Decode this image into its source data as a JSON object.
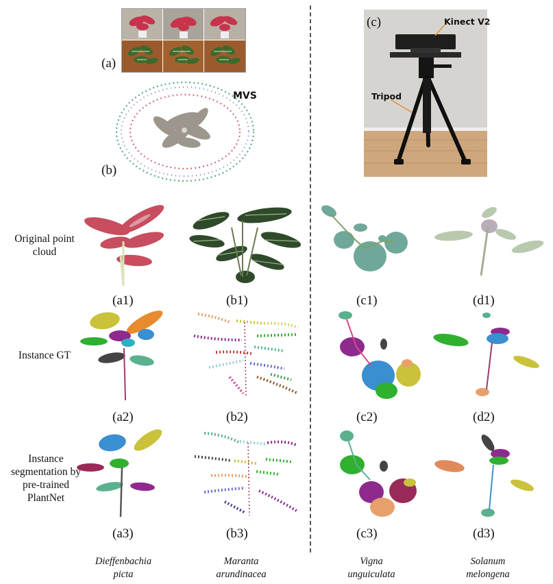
{
  "top": {
    "label_a": "(a)",
    "label_b": "(b)",
    "label_c": "(c)",
    "mvs": "MVS",
    "kinect": "Kinect V2",
    "tripod": "Tripod"
  },
  "rows": {
    "original": "Original point cloud",
    "instance_gt": "Instance GT",
    "instance_seg": "Instance segmentation by pre-trained PlantNet"
  },
  "panel_labels": {
    "a1": "(a1)",
    "b1": "(b1)",
    "c1": "(c1)",
    "d1": "(d1)",
    "a2": "(a2)",
    "b2": "(b2)",
    "c2": "(c2)",
    "d2": "(d2)",
    "a3": "(a3)",
    "b3": "(b3)",
    "c3": "(c3)",
    "d3": "(d3)"
  },
  "species": {
    "a_line1": "Dieffenbachia",
    "a_line2": "picta",
    "b_line1": "Maranta",
    "b_line2": "arundinacea",
    "c_line1": "Vigna",
    "c_line2": "unguiculata",
    "d_line1": "Solanum",
    "d_line2": "melongena"
  },
  "colors": {
    "dieffenbachia_red": "#c23a4e",
    "maranta_green": "#2f4a2a",
    "vigna_teal": "#6fa89a",
    "solanum_pale": "#b9c9ae",
    "accent_orange": "#e88a2e",
    "divider": "#555555"
  }
}
